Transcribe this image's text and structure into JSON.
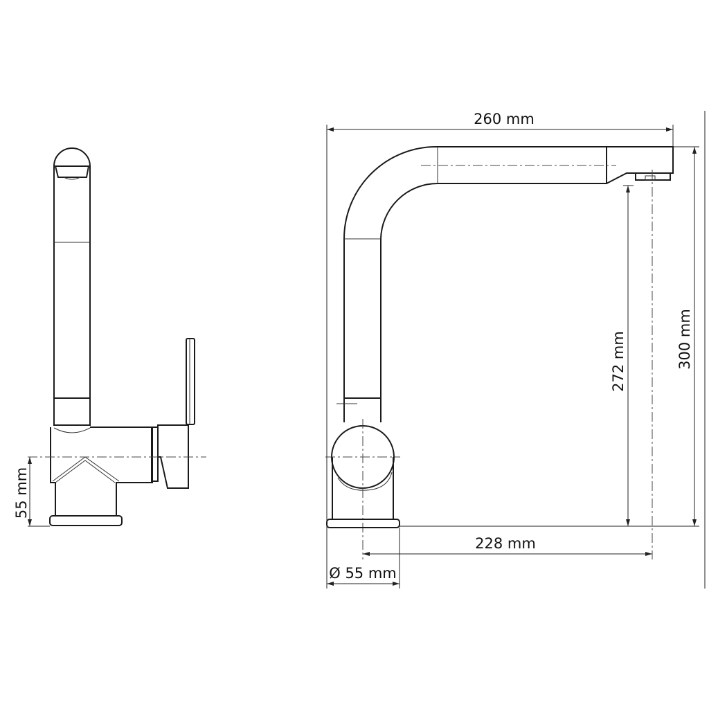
{
  "title": "Kitchen faucet dimension drawing",
  "dimensions": {
    "width_total": "260 mm",
    "height_total": "300 mm",
    "spout_clearance": "272 mm",
    "spout_reach": "228 mm",
    "base_diameter": "Ø 55 mm",
    "side_center_height": "55 mm"
  },
  "colors": {
    "line": "#1a1a1a",
    "background": "#ffffff"
  }
}
